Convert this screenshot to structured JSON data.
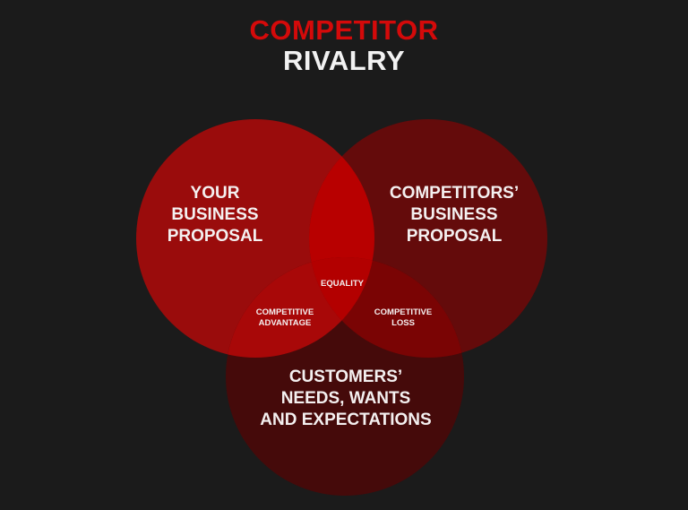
{
  "title": {
    "line1": "COMPETITOR",
    "line2": "RIVALRY"
  },
  "sets": {
    "left": {
      "line1": "YOUR",
      "line2": "BUSINESS",
      "line3": "PROPOSAL"
    },
    "right": {
      "line1": "COMPETITORS’",
      "line2": "BUSINESS",
      "line3": "PROPOSAL"
    },
    "bottom": {
      "line1": "CUSTOMERS’",
      "line2": "NEEDS, WANTS",
      "line3": "AND EXPECTATIONS"
    }
  },
  "intersections": {
    "center": {
      "line1": "EQUALITY"
    },
    "left_bottom": {
      "line1": "COMPETITIVE",
      "line2": "ADVANTAGE"
    },
    "right_bottom": {
      "line1": "COMPETITIVE",
      "line2": "LOSS"
    }
  },
  "colors": {
    "background": "#1b1b1b",
    "title_accent": "#d40a0a",
    "left": "#9a0c0c",
    "right": "#640b0b",
    "bottom": "#450a0a",
    "left_right": "#b80000",
    "left_bottom": "#a80808",
    "right_bottom": "#7a0404",
    "center": "#b30000"
  }
}
